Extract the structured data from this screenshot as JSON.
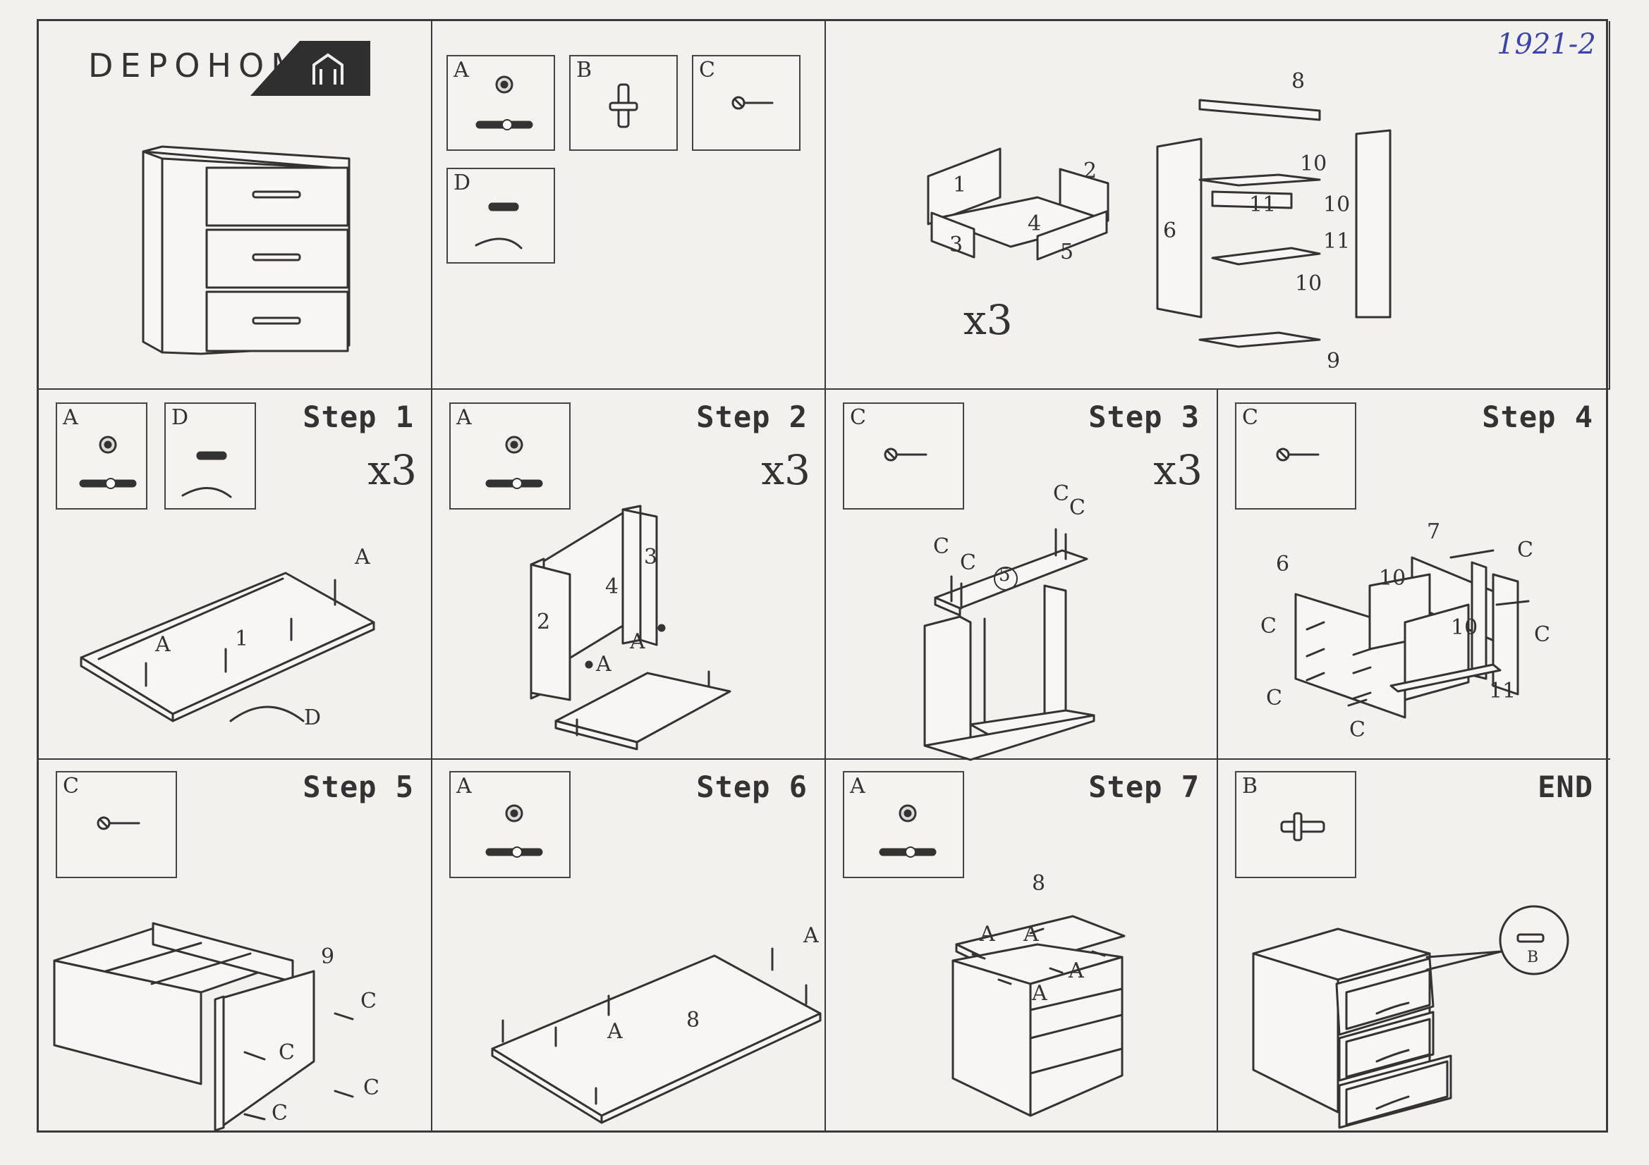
{
  "document": {
    "handwritten_code": "1921-2",
    "brand": "DEPOHOME",
    "brand_logo_icon": "house-icon"
  },
  "parts": [
    {
      "label": "A",
      "icon": "cam-lock-connector-icon"
    },
    {
      "label": "B",
      "icon": "shelf-pin-icon"
    },
    {
      "label": "C",
      "icon": "screw-icon"
    },
    {
      "label": "D",
      "icon": "handle-with-bolts-icon"
    }
  ],
  "panel_numbers": {
    "drawer": [
      "1",
      "2",
      "3",
      "4",
      "5"
    ],
    "drawer_multiplier": "x3",
    "body": [
      "8",
      "10",
      "11",
      "10",
      "6",
      "11",
      "10",
      "9"
    ]
  },
  "steps": [
    {
      "title": "Step 1",
      "multiplier": "x3",
      "parts": [
        "A",
        "D"
      ],
      "labels": [
        "A",
        "A",
        "1",
        "D"
      ]
    },
    {
      "title": "Step 2",
      "multiplier": "x3",
      "parts": [
        "A"
      ],
      "labels": [
        "4",
        "3",
        "2",
        "A",
        "A"
      ]
    },
    {
      "title": "Step 3",
      "multiplier": "x3",
      "parts": [
        "C"
      ],
      "labels": [
        "C",
        "C",
        "C",
        "C",
        "5"
      ]
    },
    {
      "title": "Step 4",
      "multiplier": "",
      "parts": [
        "C"
      ],
      "labels": [
        "7",
        "C",
        "6",
        "10",
        "10",
        "C",
        "C",
        "C",
        "11",
        "C",
        "C"
      ]
    },
    {
      "title": "Step 5",
      "multiplier": "",
      "parts": [
        "C"
      ],
      "labels": [
        "9",
        "C",
        "C",
        "C",
        "C"
      ]
    },
    {
      "title": "Step 6",
      "multiplier": "",
      "parts": [
        "A"
      ],
      "labels": [
        "A",
        "8",
        "A"
      ]
    },
    {
      "title": "Step 7",
      "multiplier": "",
      "parts": [
        "A"
      ],
      "labels": [
        "8",
        "A",
        "A",
        "A",
        "A"
      ]
    },
    {
      "title": "END",
      "multiplier": "",
      "parts": [
        "B"
      ],
      "labels": [
        "B"
      ]
    }
  ]
}
